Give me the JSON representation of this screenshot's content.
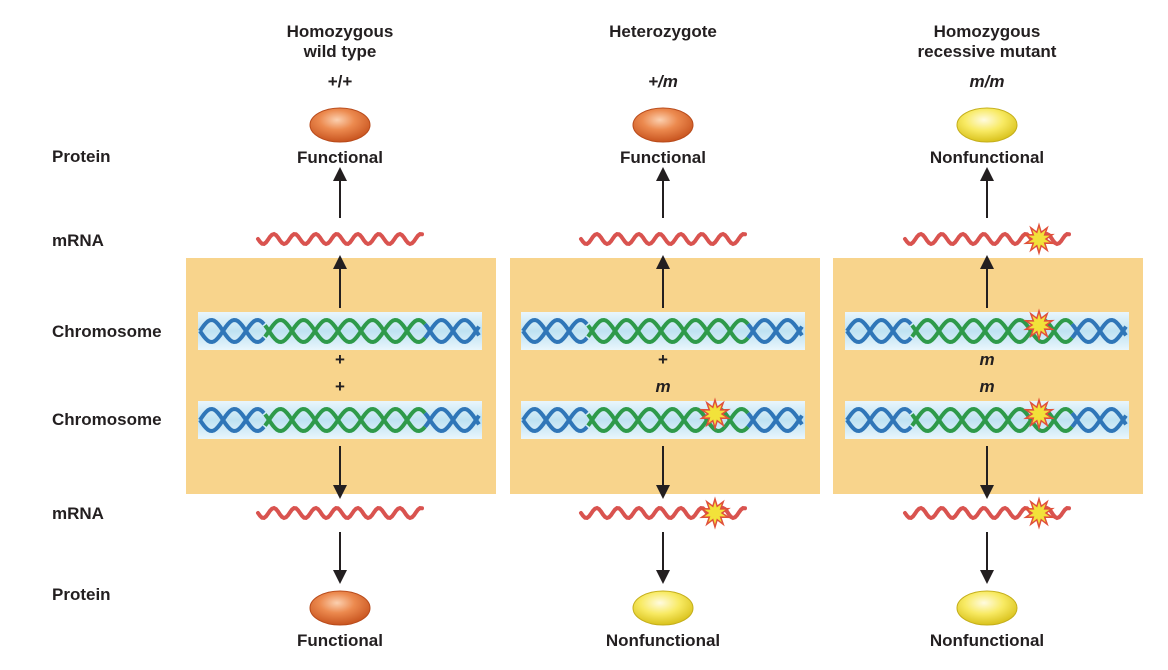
{
  "row_labels": {
    "protein_top": "Protein",
    "mrna_top": "mRNA",
    "chromosome_1": "Chromosome",
    "chromosome_2": "Chromosome",
    "mrna_bottom": "mRNA",
    "protein_bottom": "Protein"
  },
  "columns": [
    {
      "title_line1": "Homozygous",
      "title_line2": "wild type",
      "genotype": "+/+",
      "allele_1": "+",
      "allele_2": "+",
      "top_protein_status": "Functional",
      "bottom_protein_status": "Functional"
    },
    {
      "title_line1": "Heterozygote",
      "title_line2": "",
      "genotype": "+/m",
      "allele_1": "+",
      "allele_2": "m",
      "top_protein_status": "Functional",
      "bottom_protein_status": "Nonfunctional"
    },
    {
      "title_line1": "Homozygous",
      "title_line2": "recessive mutant",
      "genotype": "m/m",
      "allele_1": "m",
      "allele_2": "m",
      "top_protein_status": "Nonfunctional",
      "bottom_protein_status": "Nonfunctional"
    }
  ],
  "colors": {
    "panel": "#f8d48c",
    "chromosome_band": "#cfe9f5",
    "dna_strand_blue": "#2f76b8",
    "dna_strand_green": "#2e9a4a",
    "mrna": "#d9534f",
    "protein_functional": "#e8763a",
    "protein_nonfunctional": "#f7e24a",
    "mutation_star": "#f2e23a",
    "arrow": "#231f20"
  }
}
